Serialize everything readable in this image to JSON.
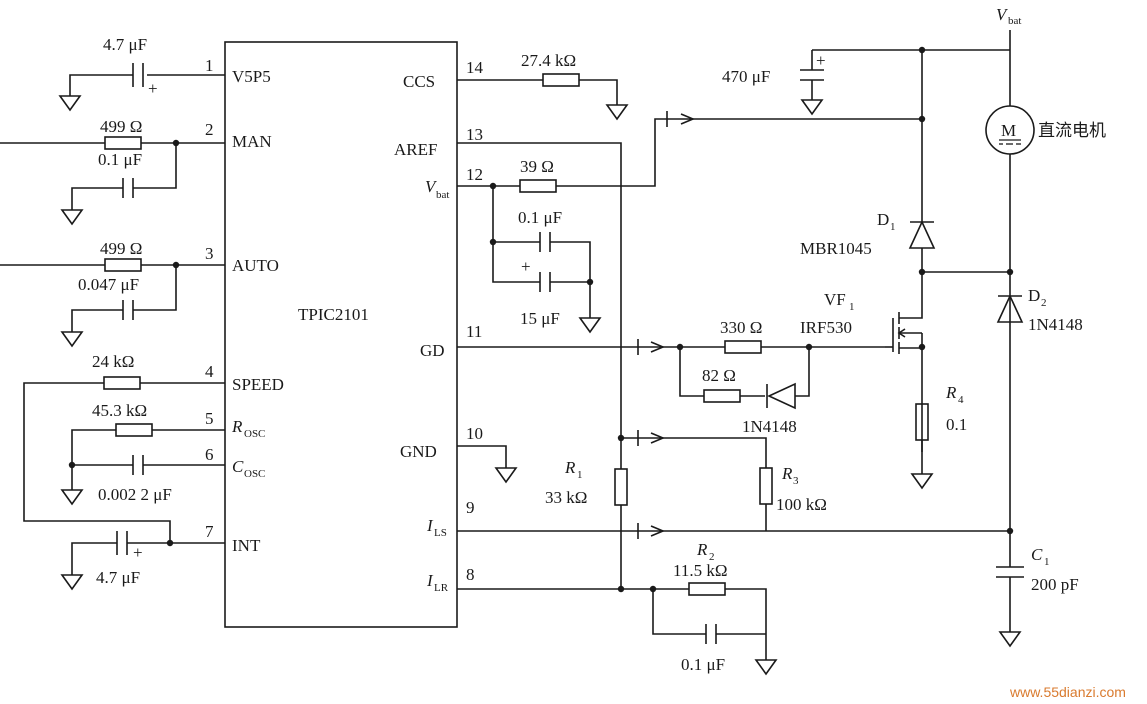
{
  "ic": {
    "name": "TPIC2101",
    "pins": [
      {
        "num": "1",
        "name": "V5P5"
      },
      {
        "num": "2",
        "name": "MAN"
      },
      {
        "num": "3",
        "name": "AUTO"
      },
      {
        "num": "4",
        "name": "SPEED"
      },
      {
        "num": "5",
        "name": "R",
        "sub": "OSC"
      },
      {
        "num": "6",
        "name": "C",
        "sub": "OSC"
      },
      {
        "num": "7",
        "name": "INT"
      },
      {
        "num": "14",
        "name": "CCS"
      },
      {
        "num": "13",
        "name": "AREF"
      },
      {
        "num": "12",
        "name": "V",
        "sub": "bat"
      },
      {
        "num": "11",
        "name": "GD"
      },
      {
        "num": "10",
        "name": "GND"
      },
      {
        "num": "9",
        "name": "I",
        "sub": "LS"
      },
      {
        "num": "8",
        "name": "I",
        "sub": "LR"
      }
    ]
  },
  "components": {
    "c_pin1": "4.7 μF",
    "r_man": "499 Ω",
    "c_man": "0.1 μF",
    "r_auto": "499 Ω",
    "c_auto": "0.047 μF",
    "r_speed": "24 kΩ",
    "r_osc": "45.3 kΩ",
    "c_osc": "0.002 2 μF",
    "c_int": "4.7 μF",
    "r_ccs": "27.4 kΩ",
    "r_vbat": "39 Ω",
    "c_vbat1": "0.1 μF",
    "c_vbat2": "15 μF",
    "r_gd": "330 Ω",
    "r_gd2": "82 Ω",
    "d_gd": "1N4148",
    "r1_name": "R",
    "r1_sub": "1",
    "r1_val": "33 kΩ",
    "r2_name": "R",
    "r2_sub": "2",
    "r2_val": "11.5 kΩ",
    "c_lr": "0.1 μF",
    "r3_name": "R",
    "r3_sub": "3",
    "r3_val": "100 kΩ",
    "r4_name": "R",
    "r4_sub": "4",
    "r4_val": "0.1",
    "c_bulk": "470 μF",
    "vbat_top": "V",
    "vbat_top_sub": "bat",
    "motor_symbol": "M",
    "motor_label": "直流电机",
    "d1_name": "D",
    "d1_sub": "1",
    "d1_part": "MBR1045",
    "d2_name": "D",
    "d2_sub": "2",
    "d2_part": "1N4148",
    "q_name": "VF",
    "q_sub": "1",
    "q_part": "IRF530",
    "c1_name": "C",
    "c1_sub": "1",
    "c1_val": "200 pF",
    "plus": "+"
  },
  "watermark": "www.55dianzi.com"
}
